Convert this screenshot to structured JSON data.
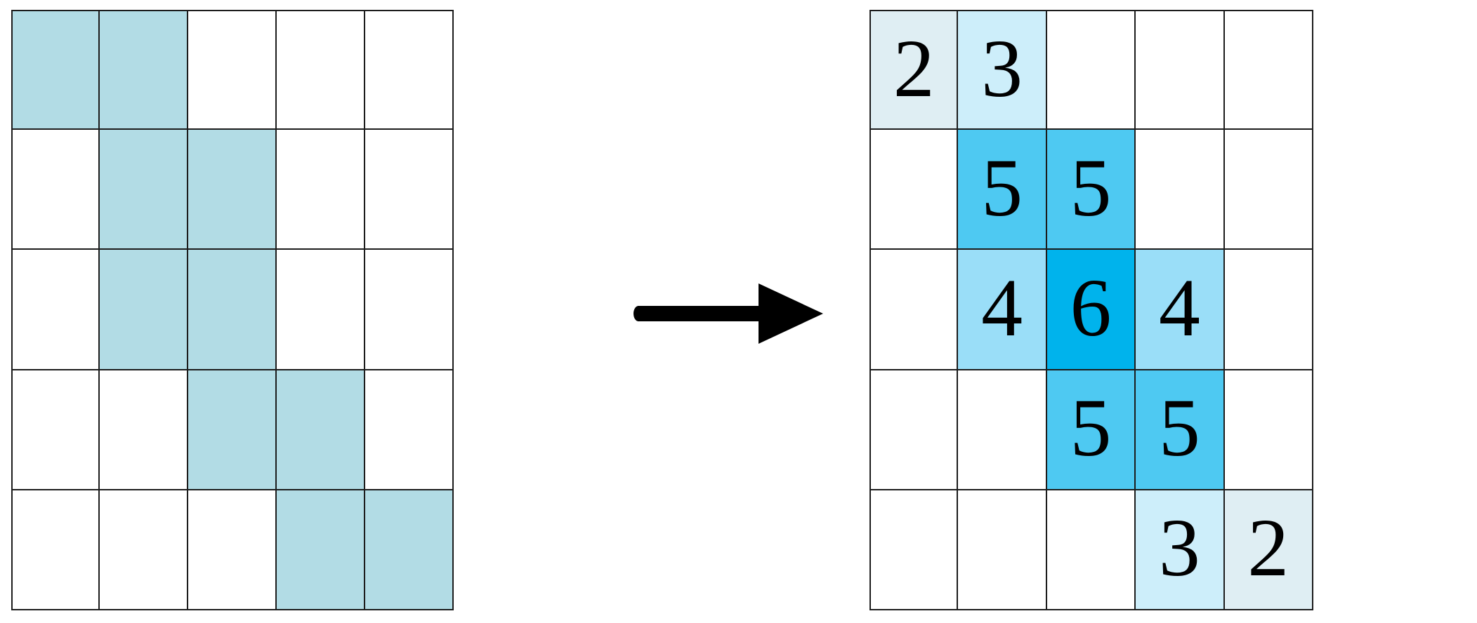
{
  "figure": {
    "type": "grid-transformation-diagram",
    "title": "",
    "arrow": {
      "icon": "right-arrow-icon",
      "direction": "right",
      "color": "#000000"
    }
  },
  "palette": {
    "grid_line": "#1c1c1c",
    "background": "#ffffff",
    "left_fill": "#b2dce5",
    "empty": "#ffffff",
    "level_2": "#dfeef3",
    "level_3": "#cdeefa",
    "level_4": "#9adef8",
    "level_5": "#4ec9f2",
    "level_6": "#00b3ec"
  },
  "chart_data": {
    "type": "heatmap",
    "title": "",
    "xlabel": "",
    "ylabel": "",
    "grid": true,
    "legend": "none",
    "rows": 5,
    "cols": 5,
    "panels": [
      {
        "name": "input-grid",
        "position": "left",
        "description": "5x5 binary occupancy grid; shaded cells are occupied",
        "values": [
          [
            1,
            1,
            0,
            0,
            0
          ],
          [
            0,
            1,
            1,
            0,
            0
          ],
          [
            0,
            1,
            1,
            0,
            0
          ],
          [
            0,
            0,
            1,
            1,
            0
          ],
          [
            0,
            0,
            0,
            1,
            1
          ]
        ],
        "labels": [
          [
            "",
            "",
            "",
            "",
            ""
          ],
          [
            "",
            "",
            "",
            "",
            ""
          ],
          [
            "",
            "",
            "",
            "",
            ""
          ],
          [
            "",
            "",
            "",
            "",
            ""
          ],
          [
            "",
            "",
            "",
            "",
            ""
          ]
        ],
        "fills": [
          [
            "left_fill",
            "left_fill",
            "empty",
            "empty",
            "empty"
          ],
          [
            "empty",
            "left_fill",
            "left_fill",
            "empty",
            "empty"
          ],
          [
            "empty",
            "left_fill",
            "left_fill",
            "empty",
            "empty"
          ],
          [
            "empty",
            "empty",
            "left_fill",
            "left_fill",
            "empty"
          ],
          [
            "empty",
            "empty",
            "empty",
            "left_fill",
            "left_fill"
          ]
        ]
      },
      {
        "name": "output-grid",
        "position": "right",
        "description": "5x5 grid of accumulated counts; darker blue = larger value",
        "values": [
          [
            2,
            3,
            0,
            0,
            0
          ],
          [
            0,
            5,
            5,
            0,
            0
          ],
          [
            0,
            4,
            6,
            4,
            0
          ],
          [
            0,
            0,
            5,
            5,
            0
          ],
          [
            0,
            0,
            0,
            3,
            2
          ]
        ],
        "labels": [
          [
            "2",
            "3",
            "",
            "",
            ""
          ],
          [
            "",
            "5",
            "5",
            "",
            ""
          ],
          [
            "",
            "4",
            "6",
            "4",
            ""
          ],
          [
            "",
            "",
            "5",
            "5",
            ""
          ],
          [
            "",
            "",
            "",
            "3",
            "2"
          ]
        ],
        "fills": [
          [
            "level_2",
            "level_3",
            "empty",
            "empty",
            "empty"
          ],
          [
            "empty",
            "level_5",
            "level_5",
            "empty",
            "empty"
          ],
          [
            "empty",
            "level_4",
            "level_6",
            "level_4",
            "empty"
          ],
          [
            "empty",
            "empty",
            "level_5",
            "level_5",
            "empty"
          ],
          [
            "empty",
            "empty",
            "empty",
            "level_3",
            "level_2"
          ]
        ]
      }
    ]
  }
}
